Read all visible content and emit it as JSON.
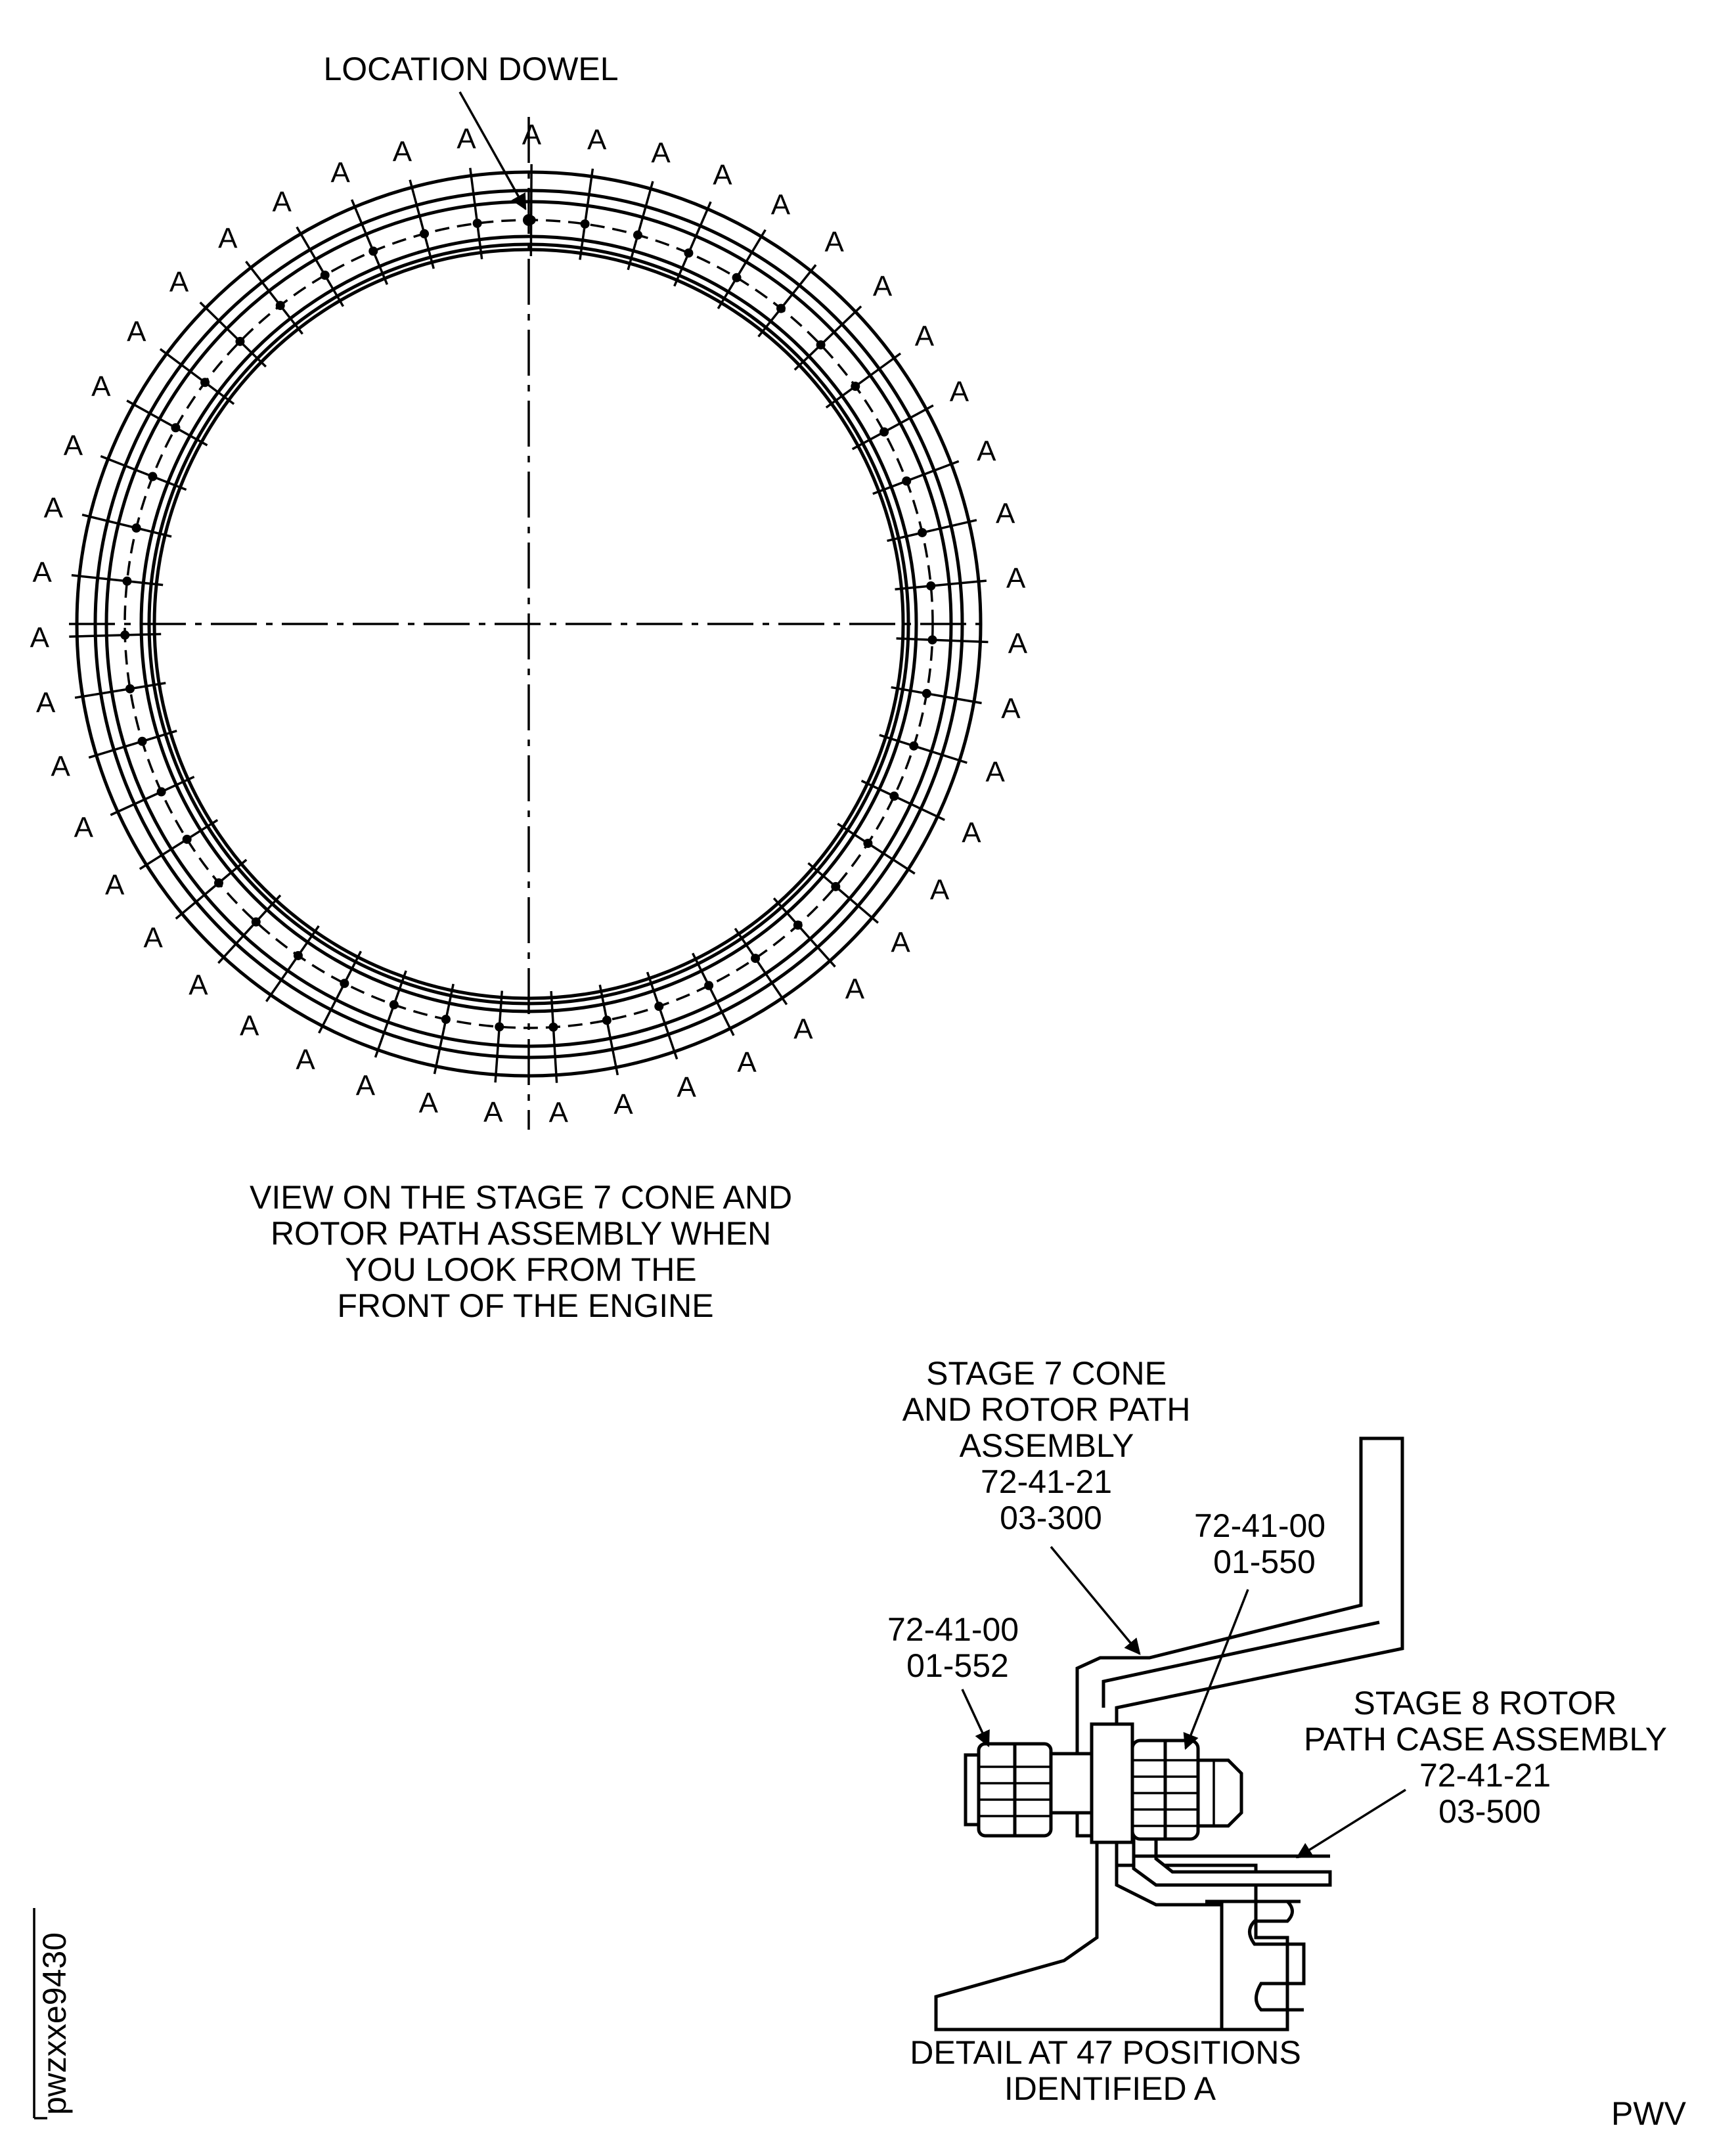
{
  "ring_view": {
    "location_label": "LOCATION DOWEL",
    "position_marker": "A",
    "position_count": 47,
    "caption_lines": [
      "VIEW ON THE STAGE 7 CONE AND",
      "ROTOR PATH ASSEMBLY WHEN",
      "YOU LOOK FROM THE",
      "FRONT OF THE ENGINE"
    ]
  },
  "detail_view": {
    "cone_assembly_lines": [
      "STAGE 7 CONE",
      "AND ROTOR PATH",
      "ASSEMBLY",
      "72-41-21",
      "03-300"
    ],
    "part_550_lines": [
      "72-41-00",
      "01-550"
    ],
    "part_552_lines": [
      "72-41-00",
      "01-552"
    ],
    "stage8_lines": [
      "STAGE 8 ROTOR",
      "PATH CASE ASSEMBLY",
      "72-41-21",
      "03-500"
    ],
    "caption_lines": [
      "DETAIL AT 47 POSITIONS",
      "IDENTIFIED A"
    ]
  },
  "footer": {
    "drawing_id": "pwzxxe9430",
    "source_code": "PWV"
  }
}
